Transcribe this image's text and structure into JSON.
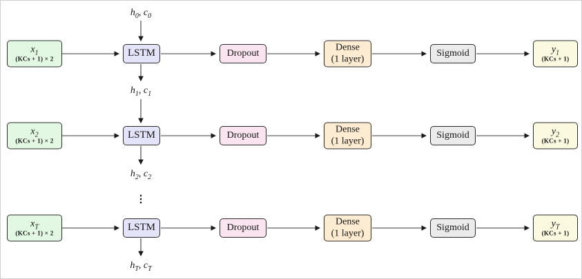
{
  "diagram": {
    "description": "Per-timestep LSTM pipeline diagram",
    "stages": {
      "lstm": "LSTM",
      "dropout": "Dropout",
      "dense_line1": "Dense",
      "dense_line2": "(1 layer)",
      "sigmoid": "Sigmoid"
    },
    "rows": [
      {
        "input_var": "x",
        "input_sub": "1",
        "input_dims": "(KCs + 1) × 2",
        "output_var": "y",
        "output_sub": "1",
        "output_dims": "(KCs + 1)"
      },
      {
        "input_var": "x",
        "input_sub": "2",
        "input_dims": "(KCs + 1) × 2",
        "output_var": "y",
        "output_sub": "2",
        "output_dims": "(KCs + 1)"
      },
      {
        "input_var": "x",
        "input_sub": "T",
        "input_dims": "(KCs + 1) × 2",
        "output_var": "y",
        "output_sub": "T",
        "output_dims": "(KCs + 1)"
      }
    ],
    "states": [
      {
        "h": "h",
        "h_sub": "0",
        "sep": ", ",
        "c": "c",
        "c_sub": "0"
      },
      {
        "h": "h",
        "h_sub": "1",
        "sep": ", ",
        "c": "c",
        "c_sub": "1"
      },
      {
        "h": "h",
        "h_sub": "2",
        "sep": ", ",
        "c": "c",
        "c_sub": "2"
      },
      {
        "h": "h",
        "h_sub": "T",
        "sep": ", ",
        "c": "c",
        "c_sub": "T"
      }
    ],
    "ellipsis": "⋮",
    "palette": {
      "input_fill": "#e3f8e3",
      "lstm_fill": "#e3e3f9",
      "dropout_fill": "#f9e4f0",
      "dense_fill": "#fdebd2",
      "sigmoid_fill": "#ebebeb",
      "output_fill": "#fbfae1",
      "box_border": "#2b2b2b",
      "arrow": "#3a3a3a",
      "frame_border": "#cfcfcf"
    }
  }
}
